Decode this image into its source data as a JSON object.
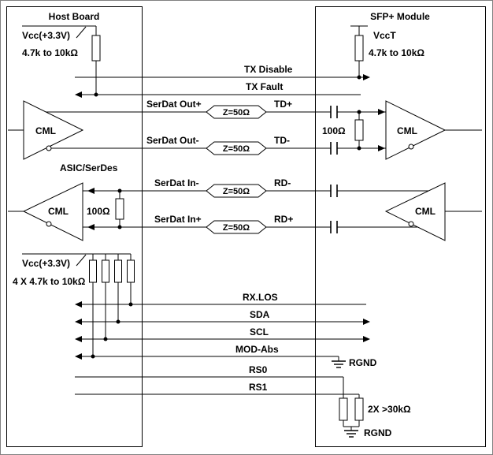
{
  "colors": {
    "ink": "#000000",
    "background": "#ffffff"
  },
  "host": {
    "title": "Host Board",
    "vcc_top_label": "Vcc(+3.3V)",
    "pullup_top_value": "4.7k to 10kΩ",
    "driver_label": "CML",
    "receiver_label": "CML",
    "asic_label": "ASIC/SerDes",
    "termination_value": "100Ω",
    "vcc_bottom_label": "Vcc(+3.3V)",
    "pullup_bank_value": "4 X 4.7k to 10kΩ"
  },
  "module": {
    "title": "SFP+ Module",
    "vcct_label": "VccT",
    "pullup_value": "4.7k to 10kΩ",
    "termination_value": "100Ω",
    "receiver_label": "CML",
    "driver_label": "CML",
    "modabs_ground_label": "RGND",
    "rs_resistor_value": "2X >30kΩ",
    "rs_ground_label": "RGND"
  },
  "signals": {
    "tx_disable": "TX Disable",
    "tx_fault": "TX Fault",
    "serdat_out_p": "SerDat Out+",
    "serdat_out_n": "SerDat Out-",
    "serdat_in_n": "SerDat In-",
    "serdat_in_p": "SerDat In+",
    "td_p": "TD+",
    "td_n": "TD-",
    "rd_n": "RD-",
    "rd_p": "RD+",
    "tline_impedance": "Z=50Ω",
    "rx_los": "RX.LOS",
    "sda": "SDA",
    "scl": "SCL",
    "mod_abs": "MOD-Abs",
    "rs0": "RS0",
    "rs1": "RS1"
  }
}
